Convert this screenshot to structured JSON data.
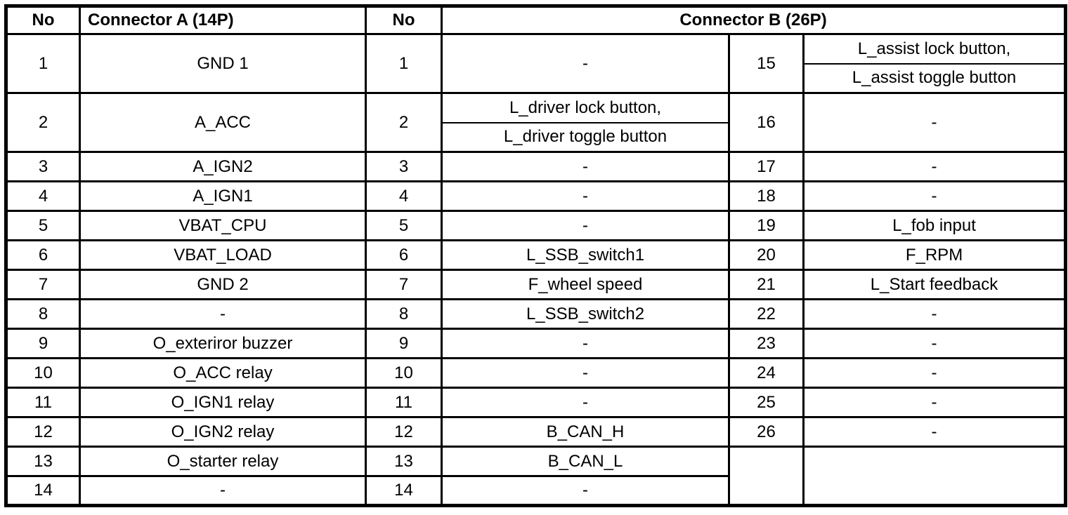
{
  "colors": {
    "border": "#000000",
    "background": "#ffffff"
  },
  "table": {
    "header": {
      "no_a": "No",
      "conn_a": "Connector A (14P)",
      "no_b": "No",
      "conn_b": "Connector B (26P)"
    },
    "a": [
      {
        "no": "1",
        "sig": "GND 1"
      },
      {
        "no": "2",
        "sig": "A_ACC"
      },
      {
        "no": "3",
        "sig": "A_IGN2"
      },
      {
        "no": "4",
        "sig": "A_IGN1"
      },
      {
        "no": "5",
        "sig": "VBAT_CPU"
      },
      {
        "no": "6",
        "sig": "VBAT_LOAD"
      },
      {
        "no": "7",
        "sig": "GND 2"
      },
      {
        "no": "8",
        "sig": "-"
      },
      {
        "no": "9",
        "sig": "O_exteriror buzzer"
      },
      {
        "no": "10",
        "sig": "O_ACC relay"
      },
      {
        "no": "11",
        "sig": "O_IGN1 relay"
      },
      {
        "no": "12",
        "sig": "O_IGN2 relay"
      },
      {
        "no": "13",
        "sig": "O_starter relay"
      },
      {
        "no": "14",
        "sig": "-"
      }
    ],
    "b1": [
      {
        "no": "1",
        "sig": "-"
      },
      {
        "no": "2",
        "sig1": "L_driver lock button,",
        "sig2": "L_driver toggle button"
      },
      {
        "no": "3",
        "sig": "-"
      },
      {
        "no": "4",
        "sig": "-"
      },
      {
        "no": "5",
        "sig": "-"
      },
      {
        "no": "6",
        "sig": "L_SSB_switch1"
      },
      {
        "no": "7",
        "sig": "F_wheel speed"
      },
      {
        "no": "8",
        "sig": "L_SSB_switch2"
      },
      {
        "no": "9",
        "sig": "-"
      },
      {
        "no": "10",
        "sig": "-"
      },
      {
        "no": "11",
        "sig": "-"
      },
      {
        "no": "12",
        "sig": "B_CAN_H"
      },
      {
        "no": "13",
        "sig": "B_CAN_L"
      },
      {
        "no": "14",
        "sig": "-"
      }
    ],
    "b2": [
      {
        "no": "15",
        "sig1": "L_assist lock button,",
        "sig2": "L_assist toggle button"
      },
      {
        "no": "16",
        "sig": "-"
      },
      {
        "no": "17",
        "sig": "-"
      },
      {
        "no": "18",
        "sig": "-"
      },
      {
        "no": "19",
        "sig": "L_fob input"
      },
      {
        "no": "20",
        "sig": "F_RPM"
      },
      {
        "no": "21",
        "sig": "L_Start feedback"
      },
      {
        "no": "22",
        "sig": "-"
      },
      {
        "no": "23",
        "sig": "-"
      },
      {
        "no": "24",
        "sig": "-"
      },
      {
        "no": "25",
        "sig": "-"
      },
      {
        "no": "26",
        "sig": "-"
      }
    ]
  }
}
